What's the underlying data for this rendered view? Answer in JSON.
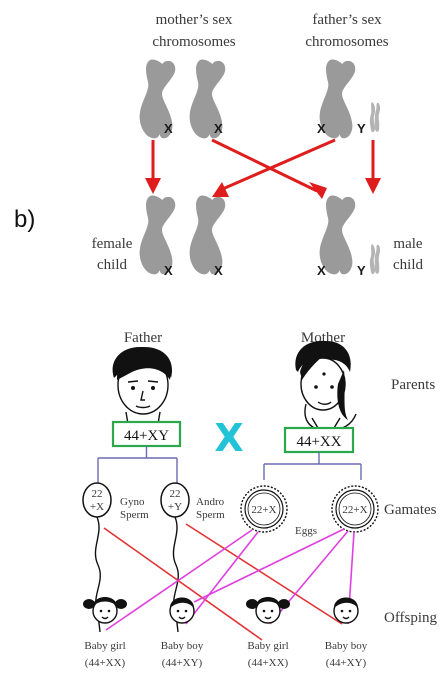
{
  "part_b": {
    "label": "b)",
    "mother_heading_line1": "mother’s sex",
    "mother_heading_line2": "chromosomes",
    "father_heading_line1": "father’s sex",
    "father_heading_line2": "chromosomes",
    "chrom_x": "X",
    "chrom_y": "Y",
    "female_line1": "female",
    "female_line2": "child",
    "male_line1": "male",
    "male_line2": "child"
  },
  "inheritance": {
    "father_label": "Father",
    "mother_label": "Mother",
    "father_karyotype": "44+XY",
    "mother_karyotype": "44+XX",
    "cross_symbol": "X",
    "row_parents": "Parents",
    "row_gamates": "Gamates",
    "row_offspring": "Offsping",
    "sperm_x": "22\n+X",
    "sperm_y": "22\n+Y",
    "gyno_line1": "Gyno",
    "gyno_line2": "Sperm",
    "andro_line1": "Andro",
    "andro_line2": "Sperm",
    "egg1": "22+X",
    "egg2": "22+X",
    "eggs_label": "Eggs",
    "offspring": [
      {
        "name": "Baby girl",
        "karyotype": "(44+XX)"
      },
      {
        "name": "Baby boy",
        "karyotype": "(44+XY)"
      },
      {
        "name": "Baby girl",
        "karyotype": "(44+XX)"
      },
      {
        "name": "Baby boy",
        "karyotype": "(44+XY)"
      }
    ],
    "colors": {
      "arrow_red": "#e01d1d",
      "box_green": "#2aa84a",
      "cross_cyan": "#22c3d6",
      "line_red": "#e23434",
      "line_magenta": "#e040e0",
      "tree_purple": "#6b6bb0"
    }
  }
}
